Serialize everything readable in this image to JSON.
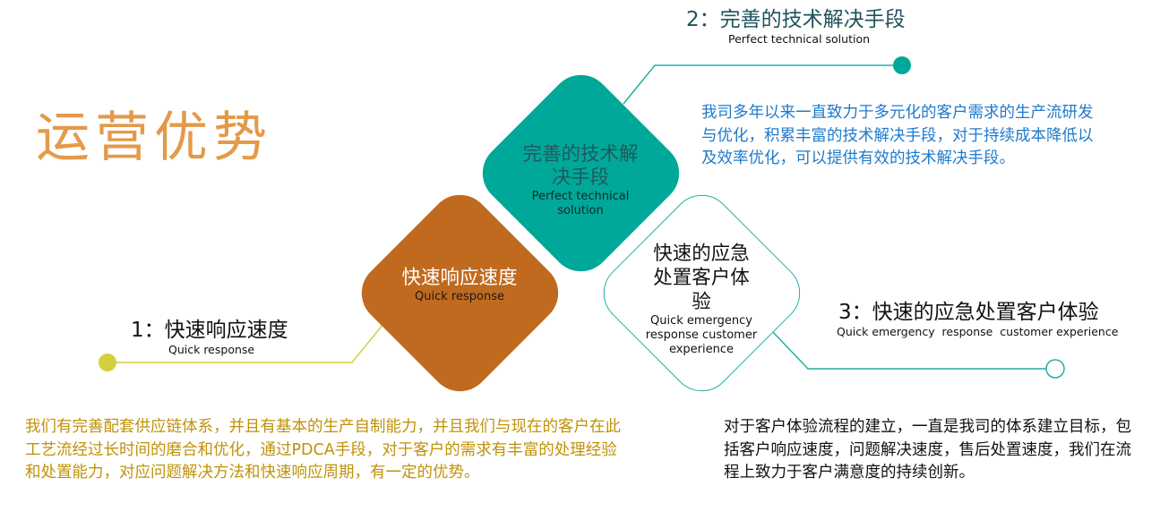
{
  "page": {
    "title": "运营优势"
  },
  "colors": {
    "title": "#E39A4A",
    "brown": "#C06A1F",
    "teal": "#00A89A",
    "teal_line": "#22AFA3",
    "yellow": "#D4CF3E",
    "blue_text": "#1F7ACB",
    "gold_text": "#C09208",
    "dark_teal_text": "#20525A"
  },
  "diamonds": [
    {
      "id": "quick-response",
      "title_cn": "快速响应速度",
      "title_en": "Quick response"
    },
    {
      "id": "technical-solution",
      "title_cn": "完善的技术解决手段",
      "title_en": "Perfect technical solution"
    },
    {
      "id": "emergency-response",
      "title_cn": "快速的应急处置客户体验",
      "title_en": "Quick emergency response customer experience"
    }
  ],
  "labels": [
    {
      "number": "1：",
      "title_cn": "快速响应速度",
      "title_en": "Quick response"
    },
    {
      "number": "2：",
      "title_cn": "完善的技术解决手段",
      "title_en": "Perfect technical solution"
    },
    {
      "number": "3：",
      "title_cn": "快速的应急处置客户体验",
      "title_en": "Quick emergency  response  customer experience"
    }
  ],
  "descriptions": {
    "technical": "我司多年以来一直致力于多元化的客户需求的生产流研发与优化，积累丰富的技术解决手段，对于持续成本降低以及效率优化，可以提供有效的技术解决手段。",
    "quick_response": "我们有完善配套供应链体系，并且有基本的生产自制能力，并且我们与现在的客户在此工艺流经过长时间的磨合和优化，通过PDCA手段，对于客户的需求有丰富的处理经验和处置能力，对应问题解决方法和快速响应周期，有一定的优势。",
    "customer_experience": "对于客户体验流程的建立，一直是我司的体系建立目标，包括客户响应速度，问题解决速度，售后处置速度，我们在流程上致力于客户满意度的持续创新。"
  }
}
